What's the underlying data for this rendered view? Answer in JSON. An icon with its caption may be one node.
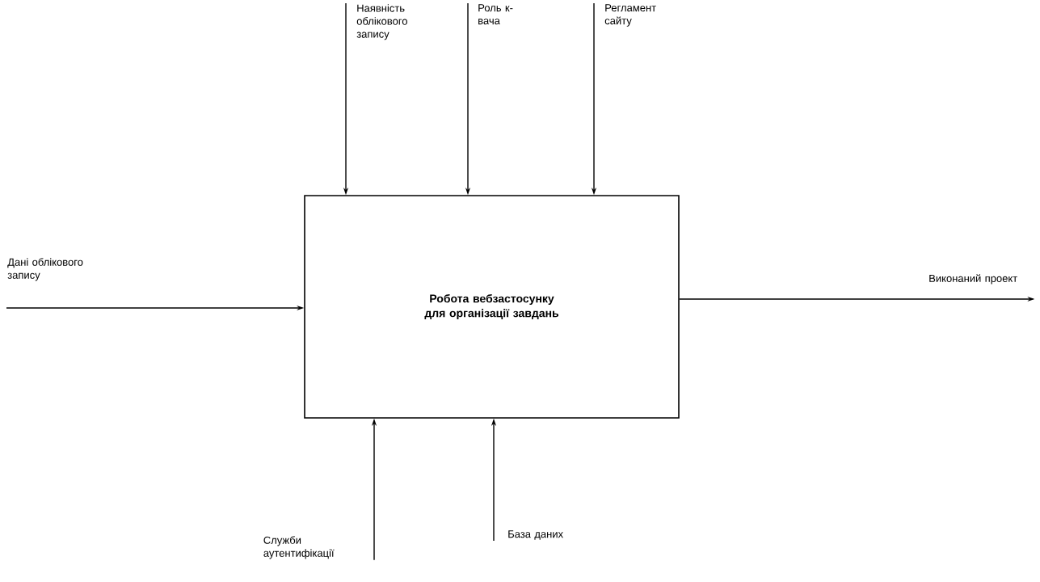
{
  "diagram": {
    "nodes": [
      {
        "text": [
          "Робота вебзастосунку для організації завдань"
        ]
      },
      {
        "text": [
          "Наявність облікового запису"
        ]
      },
      {
        "text": [
          "Роль к-вача"
        ]
      },
      {
        "text": [
          "Регламент сайту"
        ]
      },
      {
        "text": [
          "Дані облікового запису"
        ]
      },
      {
        "text": [
          "Виконаний проект"
        ]
      },
      {
        "text": [
          "Служби аутентифікації"
        ]
      },
      {
        "text": [
          "База даних"
        ]
      }
    ],
    "edges": [
      {
        "from": 1,
        "to": 0,
        "arrow": "to"
      },
      {
        "from": 2,
        "to": 0,
        "arrow": "to"
      },
      {
        "from": 3,
        "to": 0,
        "arrow": "to"
      },
      {
        "from": 4,
        "to": 0,
        "arrow": "to"
      },
      {
        "from": 0,
        "to": 5,
        "arrow": "to"
      },
      {
        "from": 6,
        "to": 0,
        "arrow": "to"
      },
      {
        "from": 7,
        "to": 0,
        "arrow": "to"
      }
    ]
  }
}
